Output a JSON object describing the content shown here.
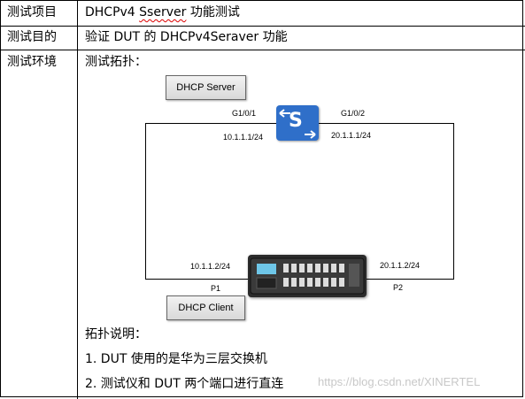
{
  "rows": [
    {
      "label": "测试项目",
      "value_main": "DHCPv4 ",
      "value_mark": "Sserver",
      "value_tail": " 功能测试"
    },
    {
      "label": "测试目的",
      "value": "验证 DUT 的 DHCPv4Seraver 功能"
    },
    {
      "label": "测试环境",
      "value": "测试拓扑："
    }
  ],
  "topology": {
    "dhcp_server": "DHCP Server",
    "dhcp_client": "DHCP Client",
    "switch_letter": "S",
    "port_left": "G1/0/1",
    "port_right": "G1/0/2",
    "ip_switch_left": "10.1.1.1/24",
    "ip_switch_right": "20.1.1.1/24",
    "ip_client_left": "10.1.1.2/24",
    "ip_client_right": "20.1.1.2/24",
    "tester_port_left": "P1",
    "tester_port_right": "P2"
  },
  "notes": {
    "heading": "拓扑说明：",
    "items": [
      "1.  DUT 使用的是华为三层交换机",
      "2.  测试仪和 DUT 两个端口进行直连"
    ]
  },
  "watermark": "https://blog.csdn.net/XINERTEL"
}
